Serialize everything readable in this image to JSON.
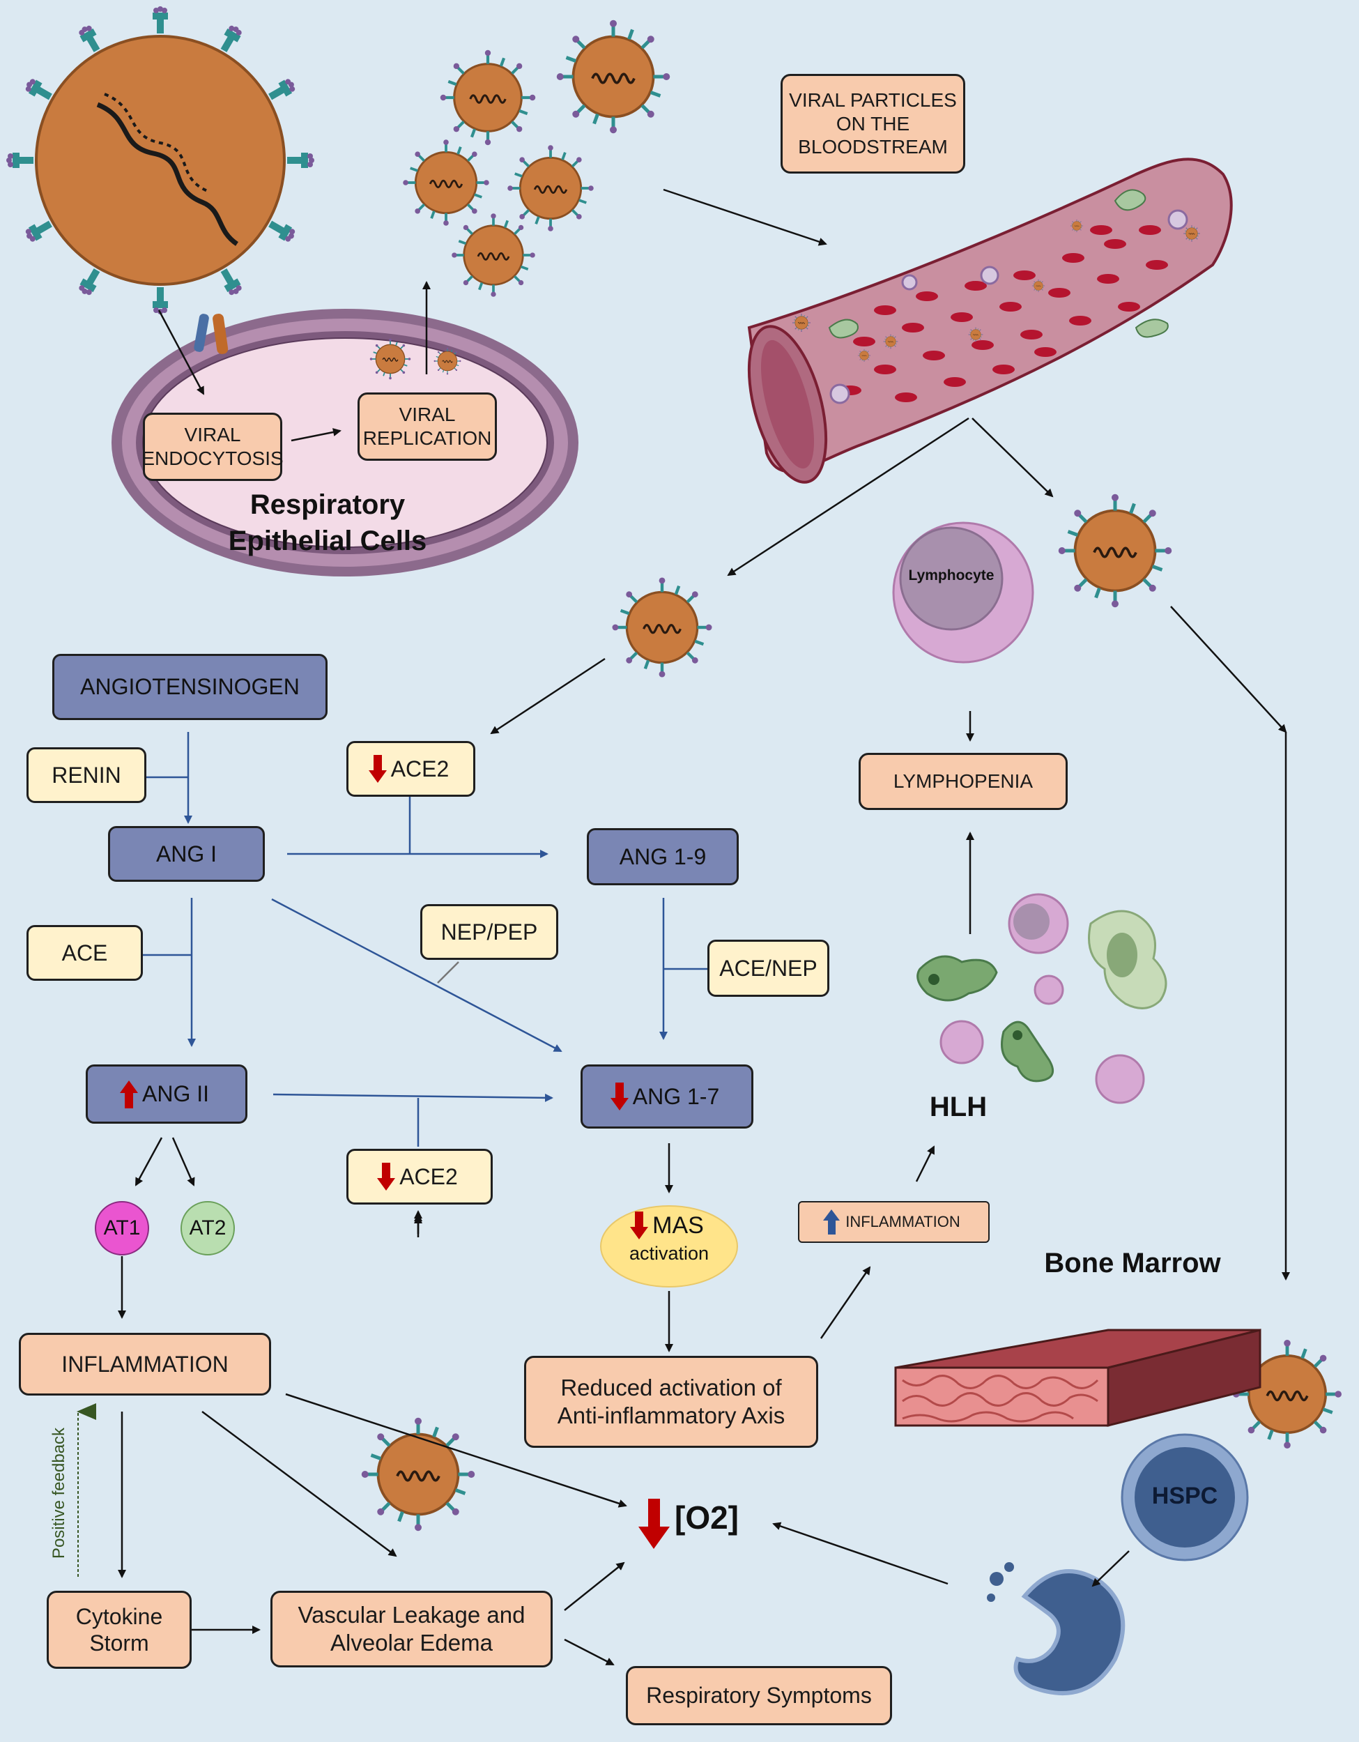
{
  "labels": {
    "viral_particles": "VIRAL PARTICLES ON THE BLOODSTREAM",
    "viral_endocytosis": "VIRAL ENDOCYTOSIS",
    "viral_replication": "VIRAL REPLICATION",
    "respiratory_epithelial": "Respiratory Epithelial Cells",
    "lymphocyte": "Lymphocyte",
    "lymphopenia": "LYMPHOPENIA",
    "angiotensinogen": "ANGIOTENSINOGEN",
    "renin": "RENIN",
    "ang1": "ANG I",
    "ace2_top": "ACE2",
    "ang19": "ANG 1-9",
    "nep_pep": "NEP/PEP",
    "ace": "ACE",
    "ace_nep": "ACE/NEP",
    "ang2": "ANG II",
    "ang17": "ANG 1-7",
    "ace2_bottom": "ACE2",
    "at1": "AT1",
    "at2": "AT2",
    "mas": "MAS",
    "mas_activation": "activation",
    "inflammation_left": "INFLAMMATION",
    "reduced_activation": "Reduced activation of Anti-inflammatory Axis",
    "inflammation_small": "INFLAMMATION",
    "hlh": "HLH",
    "bone_marrow": "Bone Marrow",
    "hspc": "HSPC",
    "positive_feedback": "Positive feedback",
    "o2": "[O2]",
    "cytokine_storm": "Cytokine Storm",
    "vascular_leakage": "Vascular Leakage and Alveolar Edema",
    "respiratory_symptoms": "Respiratory Symptoms"
  },
  "colors": {
    "background": "#dce9f2",
    "peach_box": "#f8cbad",
    "cream_box": "#fff2cc",
    "navy_box": "#7a86b4",
    "virus_body": "#c97b3f",
    "spike": "#2f8f8f",
    "decrease_arrow": "#c00000",
    "increase_arrow_blue": "#2e5597",
    "feedback_arrow": "#375623"
  }
}
